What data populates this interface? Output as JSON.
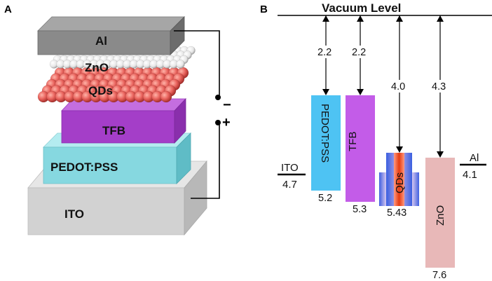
{
  "panels": {
    "a": {
      "letter": "A"
    },
    "b": {
      "letter": "B"
    }
  },
  "device_stack": {
    "layers": [
      {
        "name": "Al"
      },
      {
        "name": "ZnO"
      },
      {
        "name": "QDs"
      },
      {
        "name": "TFB"
      },
      {
        "name": "PEDOT:PSS"
      },
      {
        "name": "ITO"
      }
    ],
    "terminals": {
      "negative": "−",
      "positive": "+"
    }
  },
  "energy_diagram": {
    "vacuum_label": "Vacuum Level",
    "electrodes": [
      {
        "name": "ITO",
        "work_function_label": "4.7"
      },
      {
        "name": "Al",
        "work_function_label": "4.1"
      }
    ],
    "materials": [
      {
        "name": "PEDOT:PSS",
        "lumo": "2.2",
        "homo": "5.2"
      },
      {
        "name": "TFB",
        "lumo": "2.2",
        "homo": "5.3"
      },
      {
        "name": "QDs",
        "lumo": "4.0",
        "homo": "5.43"
      },
      {
        "name": "ZnO",
        "lumo": "4.3",
        "homo": "7.6"
      }
    ]
  },
  "colors": {
    "al": "#8c8c8c",
    "zno_spheres": "#f2f2f2",
    "qd_spheres": "#e8625c",
    "tfb": "#a23fc4",
    "pedot": "#7fdbe2",
    "ito": "#d4d4d4",
    "pedot_bar": "#4fc3f2",
    "tfb_bar": "#c05be8",
    "zno_bar": "#e9b8b8",
    "qd_core": "#e8401a"
  }
}
